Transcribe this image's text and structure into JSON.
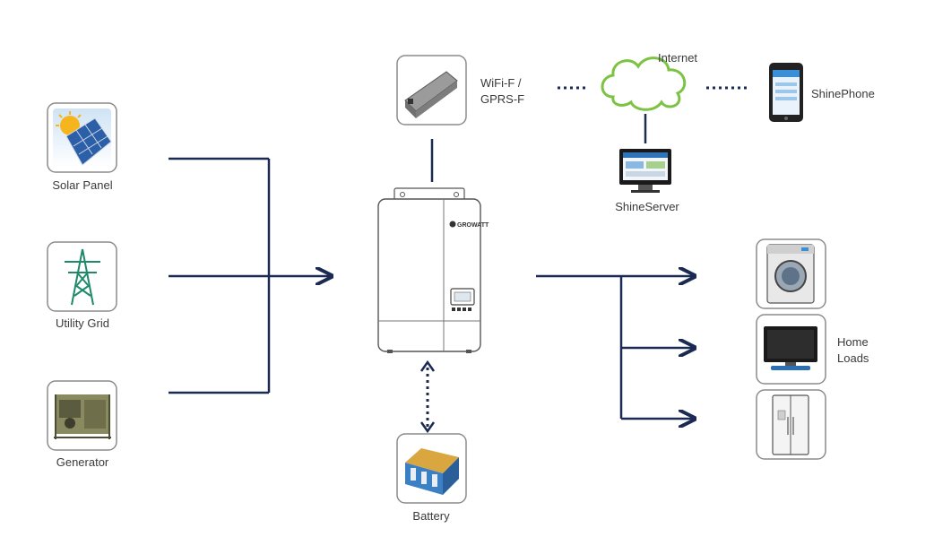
{
  "labels": {
    "solar_panel": "Solar Panel",
    "utility_grid": "Utility Grid",
    "generator": "Generator",
    "wifi_module": "WiFi-F /\nGPRS-F",
    "internet": "Internet",
    "shinephone": "ShinePhone",
    "shineserver": "ShineServer",
    "battery": "Battery",
    "home_loads": "Home\nLoads",
    "inverter_brand": "GROWATT"
  },
  "colors": {
    "line": "#1b2a52",
    "dotted": "#1b2a52",
    "cloud": "#7cc243",
    "icon_border": "#8c8c8c",
    "inverter_body": "#ffffff",
    "inverter_outline": "#555555"
  }
}
